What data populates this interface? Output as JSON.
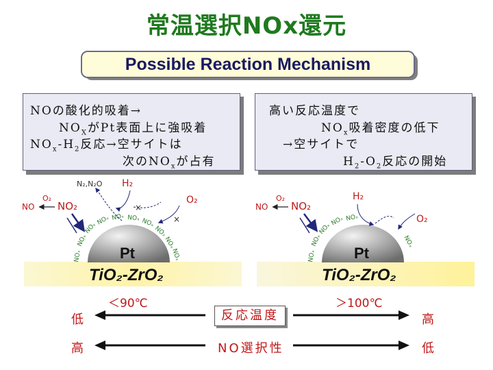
{
  "title": "常温選択NOx還元",
  "subtitle": "Possible Reaction Mechanism",
  "left_box": {
    "line1": "NOの酸化的吸着→",
    "line2a": "NO",
    "line2sub": "X",
    "line2b": "がPt表面上に強吸着",
    "line3a": "NO",
    "line3sub1": "x",
    "line3b": "-H",
    "line3sub2": "2",
    "line3c": "反応→空サイトは",
    "line4a": "次のNO",
    "line4sub": "x",
    "line4b": "が占有"
  },
  "right_box": {
    "line1": "高い反応温度で",
    "line2a": "NO",
    "line2sub": "x",
    "line2b": "吸着密度の低下",
    "line3": "→空サイトで",
    "line4a": "H",
    "line4sub1": "2",
    "line4b": "-O",
    "line4sub2": "2",
    "line4c": "反応の開始"
  },
  "left_diagram": {
    "n2_n2o": "N₂,N₂O",
    "h2": "H₂",
    "o2_top": "O₂",
    "no": "NO",
    "no2": "NO₂",
    "o2_right": "O₂",
    "pt": "Pt",
    "oxide": "TiO₂-ZrO₂",
    "adsorbed": "NOₓ"
  },
  "right_diagram": {
    "h2": "H₂",
    "o2_top": "O₂",
    "no": "NO",
    "no2": "NO₂",
    "o2_right": "O₂",
    "pt": "Pt",
    "oxide": "TiO₂-ZrO₂",
    "adsorbed": "NOₓ"
  },
  "scale": {
    "low_temp": "＜90℃",
    "high_temp": "＞100℃",
    "temp_label": "反応温度",
    "temp_left": "低",
    "temp_right": "高",
    "sel_label": "NO選択性",
    "sel_left": "高",
    "sel_right": "低"
  },
  "colors": {
    "title": "#1f7a1f",
    "accent_red": "#c01818",
    "arrow_blue": "#2a3a9a",
    "adsorbate_green": "#2a7a2a"
  }
}
